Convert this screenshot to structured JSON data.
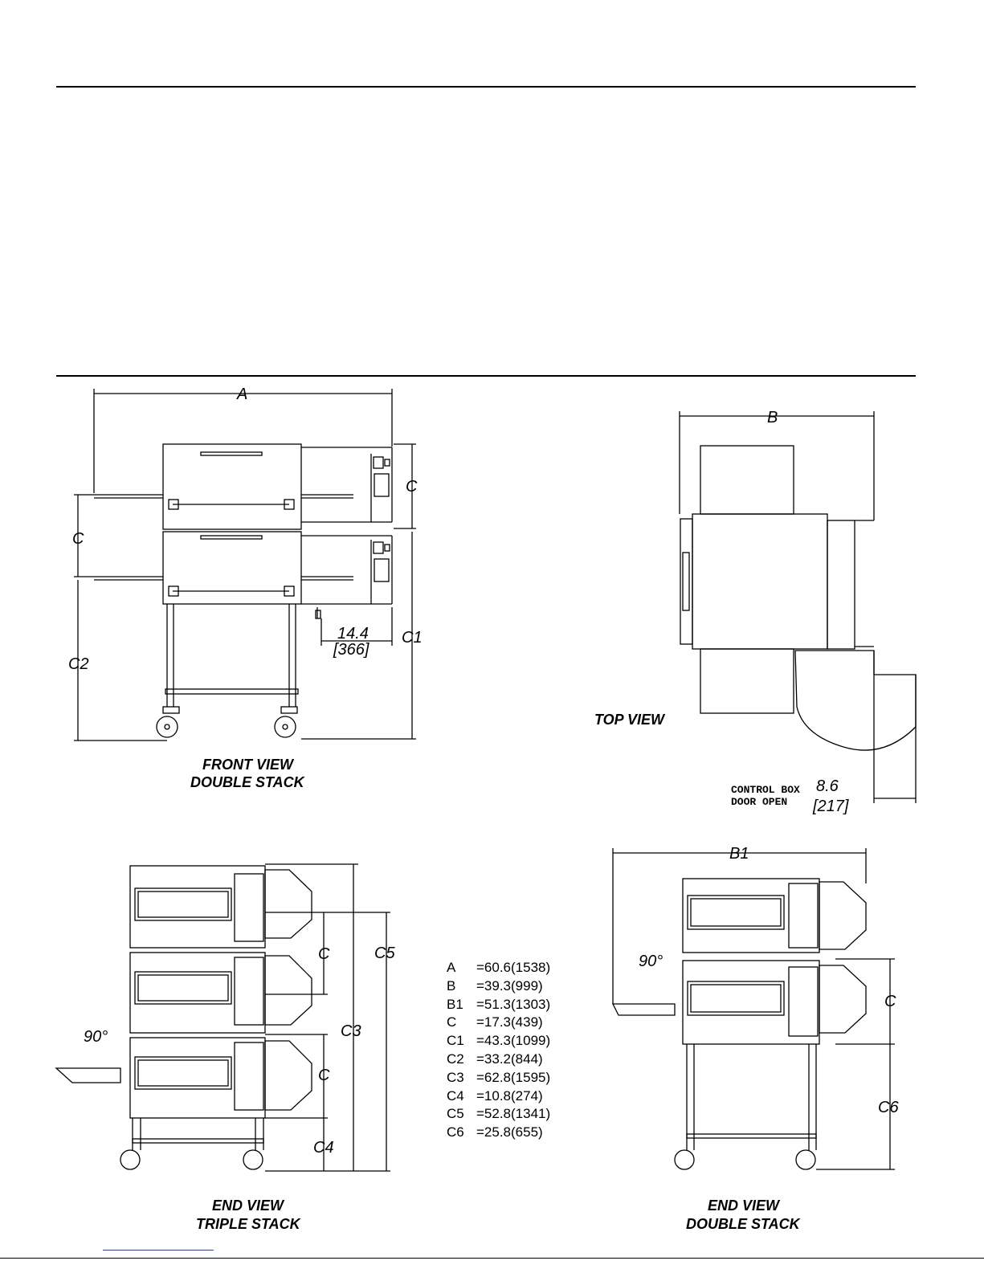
{
  "views": {
    "front_double": {
      "title_line1": "FRONT VIEW",
      "title_line2": "DOUBLE STACK"
    },
    "top": {
      "title": "TOP VIEW",
      "control_box_line1": "CONTROL BOX",
      "control_box_line2": "DOOR OPEN",
      "control_box_value": "8.6",
      "control_box_value_mm": "[217]"
    },
    "end_triple": {
      "title_line1": "END VIEW",
      "title_line2": "TRIPLE STACK"
    },
    "end_double": {
      "title_line1": "END VIEW",
      "title_line2": "DOUBLE STACK"
    }
  },
  "labels": {
    "A": "A",
    "B": "B",
    "B1": "B1",
    "C": "C",
    "C1": "C1",
    "C2": "C2",
    "C3": "C3",
    "C4": "C4",
    "C5": "C5",
    "C6": "C6",
    "angle": "90°",
    "front_offset": "14.4",
    "front_offset_mm": "[366]"
  },
  "dimensions": [
    {
      "key": "A",
      "value": "=60.6(1538)"
    },
    {
      "key": "B",
      "value": "=39.3(999)"
    },
    {
      "key": "B1",
      "value": "=51.3(1303)"
    },
    {
      "key": "C",
      "value": "=17.3(439)"
    },
    {
      "key": "C1",
      "value": "=43.3(1099)"
    },
    {
      "key": "C2",
      "value": "=33.2(844)"
    },
    {
      "key": "C3",
      "value": "=62.8(1595)"
    },
    {
      "key": "C4",
      "value": "=10.8(274)"
    },
    {
      "key": "C5",
      "value": "=52.8(1341)"
    },
    {
      "key": "C6",
      "value": "=25.8(655)"
    }
  ]
}
